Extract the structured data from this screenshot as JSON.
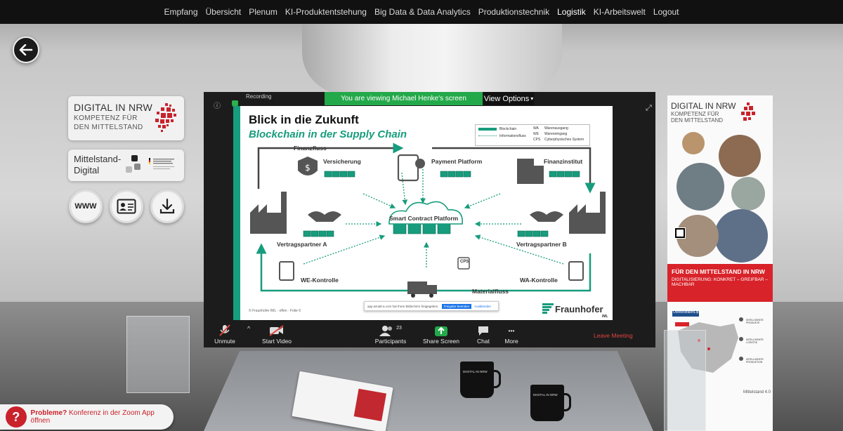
{
  "nav": {
    "items": [
      "Empfang",
      "Übersicht",
      "Plenum",
      "KI-Produktentstehung",
      "Big Data & Data Analytics",
      "Produktionstechnik",
      "Logistik",
      "KI-Arbeitswelt",
      "Logout"
    ],
    "active": "Logistik"
  },
  "left": {
    "nrw_title": "DIGITAL IN NRW",
    "nrw_sub1": "KOMPETENZ FÜR",
    "nrw_sub2": "DEN MITTELSTAND",
    "mit_line1": "Mittelstand-",
    "mit_line2": "Digital",
    "www_label": "WWW",
    "buttons": [
      "www-icon",
      "contact-card-icon",
      "download-icon"
    ]
  },
  "zoom": {
    "viewing_banner": "You are viewing Michael Henke's screen",
    "view_options": "View Options",
    "recording": "Recording",
    "controls": {
      "unmute": "Unmute",
      "start_video": "Start Video",
      "participants": "Participants",
      "participants_count": "23",
      "share_screen": "Share Screen",
      "chat": "Chat",
      "more": "More",
      "leave": "Leave Meeting"
    }
  },
  "slide": {
    "title": "Blick in die Zukunft",
    "subtitle": "Blockchain in der Supply Chain",
    "legend": {
      "blockchain": "Blockchain",
      "informationsfluss": "Informationsfluss",
      "wa": "WA",
      "wa_text": "Warenausgang",
      "we": "WE",
      "we_text": "Wareneingang",
      "cps": "CPS",
      "cps_text": "Cyberphysisches System"
    },
    "labels": {
      "finanzfluss": "Finanzfluss",
      "versicherung": "Versicherung",
      "payment": "Payment Platform",
      "finanzinstitut": "Finanzinstitut",
      "smart": "Smart Contract Platform",
      "partner_a": "Vertragspartner A",
      "partner_b": "Vertragspartner B",
      "we_kontrolle": "WE-Kontrolle",
      "wa_kontrolle": "WA-Kontrolle",
      "materialfluss": "Materialfluss",
      "cps": "CPS"
    },
    "footer": "© Fraunhofer IML · offen · Folie 6",
    "notify_text": "app.wmatl-a.com hat Ihren Bildschirm freigegeben.",
    "notify_btn1": "Freigabe beenden",
    "notify_btn2": "Ausblenden",
    "brand": "Fraunhofer",
    "brand_sub": "IML"
  },
  "banner": {
    "title": "DIGITAL IN NRW",
    "sub1": "KOMPETENZ FÜR",
    "sub2": "DEN MITTELSTAND",
    "red_head": "FÜR DEN MITTELSTAND IN NRW",
    "red_sub": "DIGITALISIERUNG: KONKRET – GREIFBAR – MACHBAR",
    "map_items": [
      "INTELLIGENTE PRODUKTE",
      "INTELLIGENTE LOGISTIK",
      "INTELLIGENTE PRODUKTION"
    ],
    "map_region": "OstWestfalenLippe",
    "footer": "Mittelstand 4.0"
  },
  "mug_text": "DIGITAL IN NRW",
  "help": {
    "label_bold": "Probleme?",
    "label": " Konferenz in der Zoom App öffnen",
    "icon": "?"
  },
  "colors": {
    "fraunhofer_green": "#179c7d",
    "zoom_green": "#23a94a",
    "nrw_red": "#d8232a",
    "leave_red": "#e0443e"
  }
}
